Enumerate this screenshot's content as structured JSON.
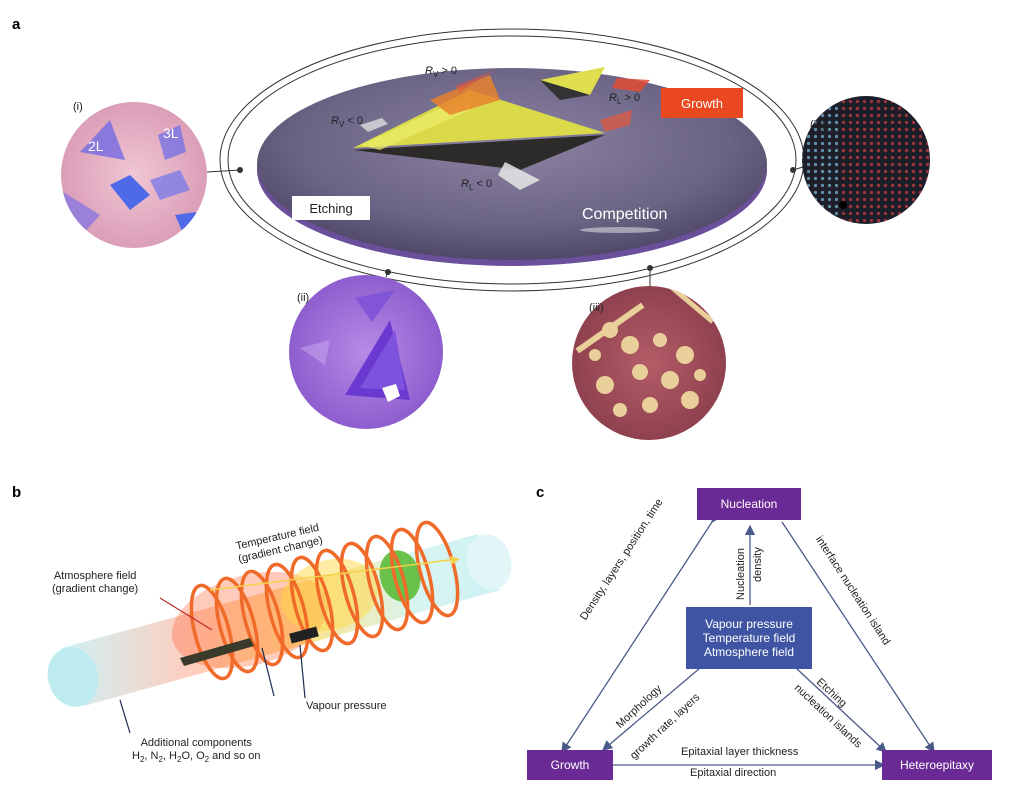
{
  "panels": {
    "a": "a",
    "b": "b",
    "c": "c"
  },
  "panel_a": {
    "insets": {
      "i": "(i)",
      "ii": "(ii)",
      "iii": "(iii)",
      "iv": "(iv)"
    },
    "layer_labels": {
      "l2": "2L",
      "l3": "3L"
    },
    "growth_label": "Growth",
    "etching_label": "Etching",
    "competition_label": "Competition",
    "rates": {
      "rv_pos": {
        "sym": "R",
        "sub": "V",
        "rel": " > 0"
      },
      "rv_neg": {
        "sym": "R",
        "sub": "V",
        "rel": " < 0"
      },
      "rl_pos": {
        "sym": "R",
        "sub": "L",
        "rel": " > 0"
      },
      "rl_neg": {
        "sym": "R",
        "sub": "L",
        "rel": " < 0"
      }
    },
    "colors": {
      "growth": "#e94820",
      "disk": "#6e6785",
      "inset_i": "#e9b6c8",
      "inset_ii": "#9b6bd8",
      "inset_iii": "#a8505d",
      "inset_iv": "#1e1e2a"
    }
  },
  "panel_b": {
    "temperature_field": [
      "Temperature field",
      "(gradient change)"
    ],
    "atmosphere_field": [
      "Atmosphere field",
      "(gradient change)"
    ],
    "vapour_pressure": "Vapour pressure",
    "additional_components": "Additional components",
    "additional_list": [
      {
        "t": "H",
        "sub": "2"
      },
      {
        "t": ", N",
        "sub": "2"
      },
      {
        "t": ", H",
        "sub": "2"
      },
      {
        "t": "O, O",
        "sub": "2"
      },
      {
        "t": " and so on",
        "sub": ""
      }
    ]
  },
  "panel_c": {
    "nodes": {
      "nucleation": "Nucleation",
      "growth": "Growth",
      "heteroepitaxy": "Heteroepitaxy"
    },
    "center": [
      "Vapour pressure",
      "Temperature field",
      "Atmosphere field"
    ],
    "edges": {
      "left": "Density, layers, position, time",
      "right": "interface nucleation island",
      "bottom_top": "Epitaxial layer thickness",
      "bottom_bottom": "Epitaxial direction",
      "up_left": "Nucleation",
      "up_right": "density",
      "low_left_a": "Morphology",
      "low_left_b": "growth rate, layers",
      "low_right_a": "Etching",
      "low_right_b": "nucleation islands"
    },
    "colors": {
      "node": "#6a2a96",
      "center": "#3f55a3",
      "arrow": "#4a5a8a"
    }
  }
}
